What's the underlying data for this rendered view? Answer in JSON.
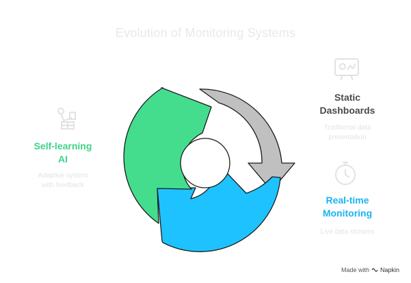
{
  "title": "Evolution of Monitoring Systems",
  "stages": [
    {
      "id": "static",
      "title_lines": [
        "Static",
        "Dashboards"
      ],
      "desc_lines": [
        "Traditional data",
        "presentation"
      ],
      "color": "#c0c0c0",
      "text_color": "#4a4a4a",
      "icon": "dashboard-icon"
    },
    {
      "id": "realtime",
      "title_lines": [
        "Real-time",
        "Monitoring"
      ],
      "desc_lines": [
        "Live data streams"
      ],
      "color": "#1ec2ff",
      "text_color": "#1ab3f0",
      "icon": "stopwatch-icon"
    },
    {
      "id": "ai",
      "title_lines": [
        "Self-learning",
        "AI"
      ],
      "desc_lines": [
        "Adaptive system",
        "with feedback"
      ],
      "color": "#44dd8e",
      "text_color": "#3dd487",
      "icon": "robot-arm-icon"
    }
  ],
  "watermark": {
    "made_with": "Made with",
    "brand": "Napkin"
  }
}
